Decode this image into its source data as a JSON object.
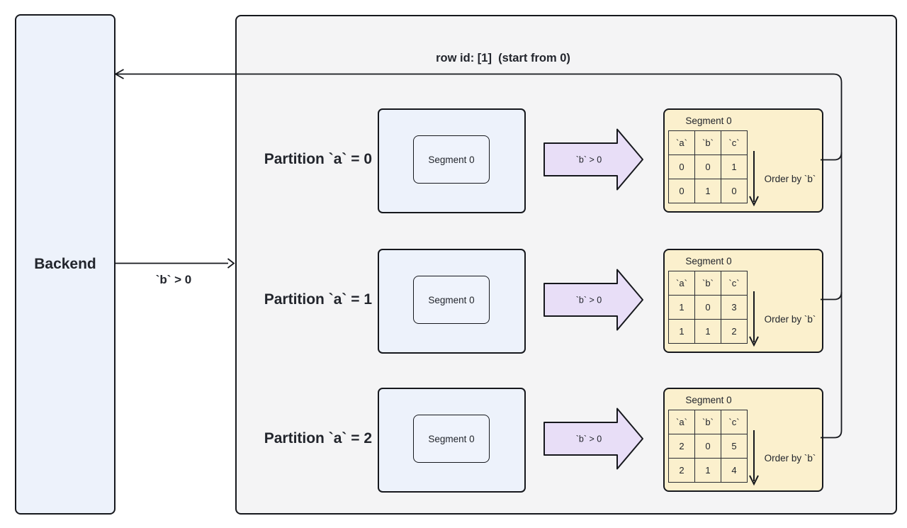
{
  "diagram": {
    "backend_label": "Backend",
    "return_arrow_label": "row id: [1]  (start from 0)",
    "query_filter_label": "`b` > 0"
  },
  "partitions": [
    {
      "label": "Partition `a` = 0",
      "segment_label": "Segment 0",
      "filter_label": "`b` > 0",
      "result": {
        "title": "Segment 0",
        "order_label": "Order by `b`",
        "columns": [
          "`a`",
          "`b`",
          "`c`"
        ],
        "rows": [
          [
            "0",
            "0",
            "1"
          ],
          [
            "0",
            "1",
            "0"
          ]
        ]
      }
    },
    {
      "label": "Partition `a` = 1",
      "segment_label": "Segment 0",
      "filter_label": "`b` > 0",
      "result": {
        "title": "Segment 0",
        "order_label": "Order by `b`",
        "columns": [
          "`a`",
          "`b`",
          "`c`"
        ],
        "rows": [
          [
            "1",
            "0",
            "3"
          ],
          [
            "1",
            "1",
            "2"
          ]
        ]
      }
    },
    {
      "label": "Partition `a` = 2",
      "segment_label": "Segment 0",
      "filter_label": "`b` > 0",
      "result": {
        "title": "Segment 0",
        "order_label": "Order by `b`",
        "columns": [
          "`a`",
          "`b`",
          "`c`"
        ],
        "rows": [
          [
            "2",
            "0",
            "5"
          ],
          [
            "2",
            "1",
            "4"
          ]
        ]
      }
    }
  ],
  "colors": {
    "node_blue": "#edf2fb",
    "segment_blue": "#eff3fc",
    "container_gray": "#f4f4f5",
    "segment_yellow": "#fbf0cd",
    "filter_lavender": "#e8def7",
    "line": "#16181d",
    "text": "#22252c"
  }
}
